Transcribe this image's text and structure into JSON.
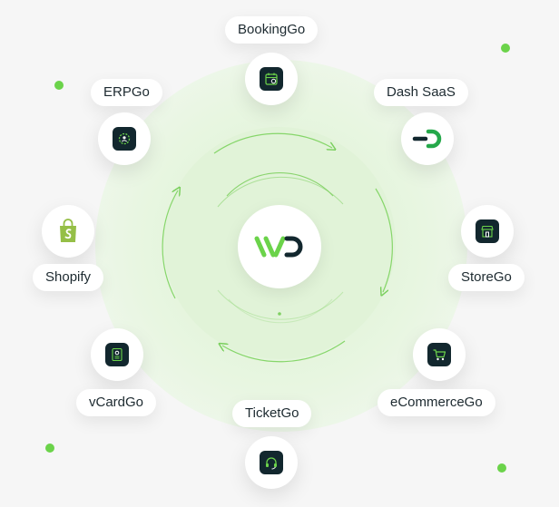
{
  "products": [
    {
      "key": "booking",
      "label": "BookingGo",
      "icon": "calendar-icon"
    },
    {
      "key": "dash",
      "label": "Dash SaaS",
      "icon": "dash-logo-icon"
    },
    {
      "key": "store",
      "label": "StoreGo",
      "icon": "store-icon"
    },
    {
      "key": "ecommerce",
      "label": "eCommerceGo",
      "icon": "cart-icon"
    },
    {
      "key": "ticket",
      "label": "TicketGo",
      "icon": "headset-icon"
    },
    {
      "key": "vcard",
      "label": "vCardGo",
      "icon": "vcard-icon"
    },
    {
      "key": "shopify",
      "label": "Shopify",
      "icon": "shopify-bag-icon"
    },
    {
      "key": "erp",
      "label": "ERPGo",
      "icon": "gear-user-icon"
    }
  ],
  "colors": {
    "accent": "#6bd34a",
    "dark": "#12272e",
    "shopify": "#95bf47",
    "dash_green": "#25a84a"
  }
}
